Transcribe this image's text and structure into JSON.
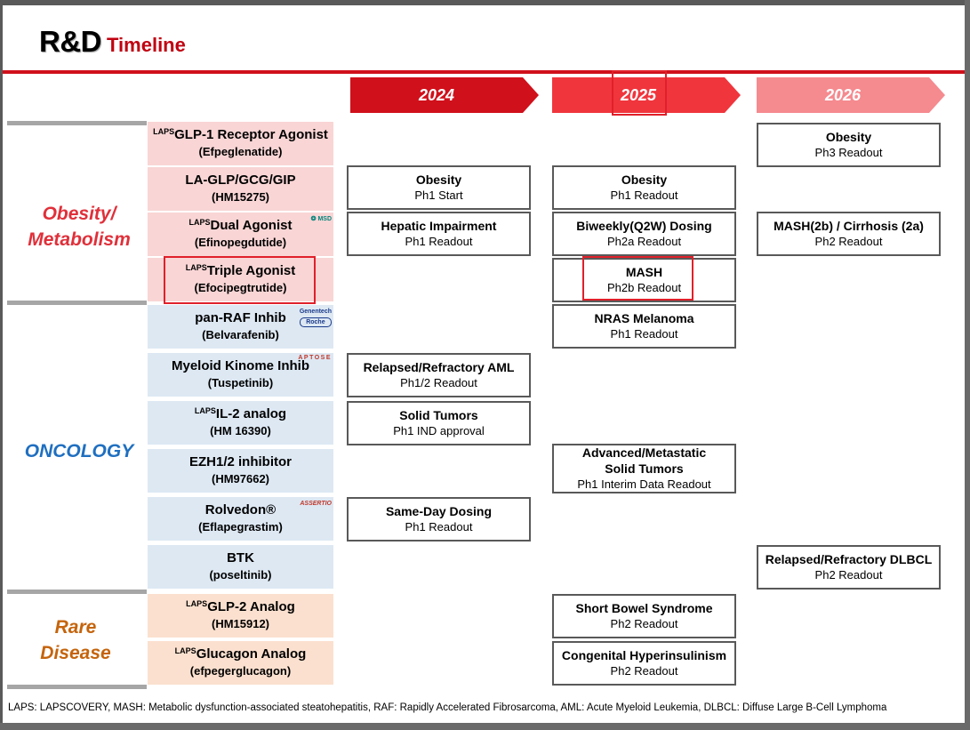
{
  "title": {
    "main": "R&D",
    "sub": "Timeline"
  },
  "colors": {
    "accent_red": "#d0101b",
    "oncology_blue": "#1f6fc0",
    "rare_orange": "#c5640c",
    "obesity_red": "#e0303a"
  },
  "years": [
    "2024",
    "2025",
    "2026"
  ],
  "categories": {
    "obesity": "Obesity/ Metabolism",
    "oncology": "ONCOLOGY",
    "rare": "Rare Disease"
  },
  "drugs": [
    {
      "prefix": "LAPS",
      "name": "GLP-1 Receptor Agonist",
      "code": "(Efpeglenatide)"
    },
    {
      "prefix": "",
      "name": "LA-GLP/GCG/GIP",
      "code": "(HM15275)"
    },
    {
      "prefix": "LAPS",
      "name": "Dual Agonist",
      "code": "(Efinopegdutide)",
      "partner": "MSD"
    },
    {
      "prefix": "LAPS",
      "name": "Triple Agonist",
      "code": "(Efocipegtrutide)"
    },
    {
      "prefix": "",
      "name": "pan-RAF Inhib",
      "code": "(Belvarafenib)",
      "partner": "Genentech",
      "partner2": "Roche"
    },
    {
      "prefix": "",
      "name": "Myeloid Kinome Inhib",
      "code": "(Tuspetinib)",
      "partner": "APTOSE"
    },
    {
      "prefix": "LAPS",
      "name": "IL-2 analog",
      "code": "(HM 16390)"
    },
    {
      "prefix": "",
      "name": "EZH1/2 inhibitor",
      "code": "(HM97662)"
    },
    {
      "prefix": "",
      "name": "Rolvedon®",
      "code": "(Eflapegrastim)",
      "partner": "ASSERTIO"
    },
    {
      "prefix": "",
      "name": "BTK",
      "code": "(poseltinib)"
    },
    {
      "prefix": "LAPS",
      "name": "GLP-2 Analog",
      "code": "(HM15912)"
    },
    {
      "prefix": "LAPS",
      "name": "Glucagon Analog",
      "code": "(efpegerglucagon)"
    }
  ],
  "events": {
    "glp1_2026": {
      "title": "Obesity",
      "sub": "Ph3  Readout"
    },
    "laglp_2024": {
      "title": "Obesity",
      "sub": "Ph1 Start"
    },
    "laglp_2025": {
      "title": "Obesity",
      "sub": "Ph1 Readout"
    },
    "dual_2024": {
      "title": "Hepatic Impairment",
      "sub": "Ph1 Readout"
    },
    "dual_2025": {
      "title": "Biweekly(Q2W) Dosing",
      "sub": "Ph2a Readout"
    },
    "dual_2026": {
      "title": "MASH(2b) / Cirrhosis (2a)",
      "sub": "Ph2 Readout"
    },
    "triple_2025": {
      "title": "MASH",
      "sub": "Ph2b Readout"
    },
    "panraf_2025": {
      "title": "NRAS Melanoma",
      "sub": "Ph1  Readout"
    },
    "myeloid_2024": {
      "title": "Relapsed/Refractory AML",
      "sub": "Ph1/2 Readout"
    },
    "il2_2024": {
      "title": "Solid Tumors",
      "sub": "Ph1 IND approval"
    },
    "ezh_2025": {
      "title1": "Advanced/Metastatic",
      "title2": "Solid Tumors",
      "sub": "Ph1 Interim Data Readout"
    },
    "rolvedon_2024": {
      "title": "Same-Day Dosing",
      "sub": "Ph1 Readout"
    },
    "btk_2026": {
      "title": "Relapsed/Refractory DLBCL",
      "sub": "Ph2 Readout"
    },
    "glp2_2025": {
      "title": "Short Bowel Syndrome",
      "sub": "Ph2 Readout"
    },
    "glucagon_2025": {
      "title": "Congenital Hyperinsulinism",
      "sub": "Ph2 Readout"
    }
  },
  "footer": "LAPS: LAPSCOVERY, MASH: Metabolic dysfunction-associated steatohepatitis, RAF: Rapidly Accelerated Fibrosarcoma, AML: Acute Myeloid Leukemia, DLBCL: Diffuse Large B-Cell Lymphoma"
}
